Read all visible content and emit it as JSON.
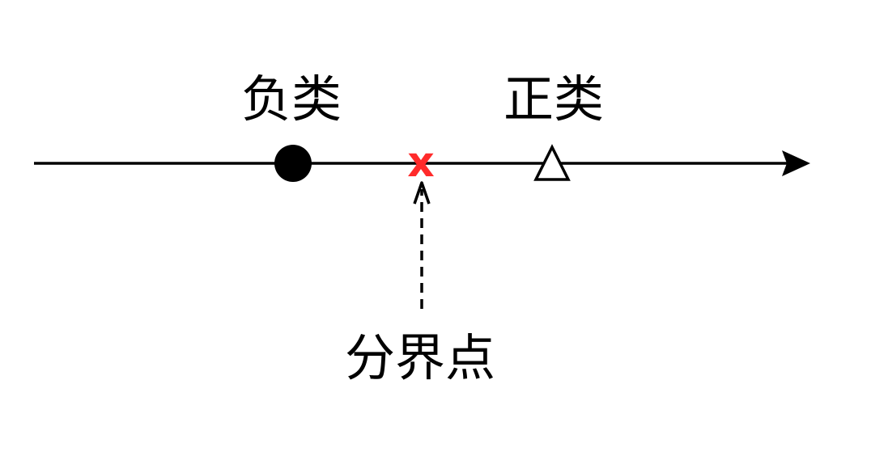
{
  "labels": {
    "negative": "负类",
    "positive": "正类",
    "boundary": "分界点"
  },
  "marker_text": "x",
  "colors": {
    "line": "#000000",
    "negative_point": "#000000",
    "positive_point_fill": "#ffffff",
    "boundary_marker": "#ff2b2b",
    "background": "#ffffff"
  }
}
